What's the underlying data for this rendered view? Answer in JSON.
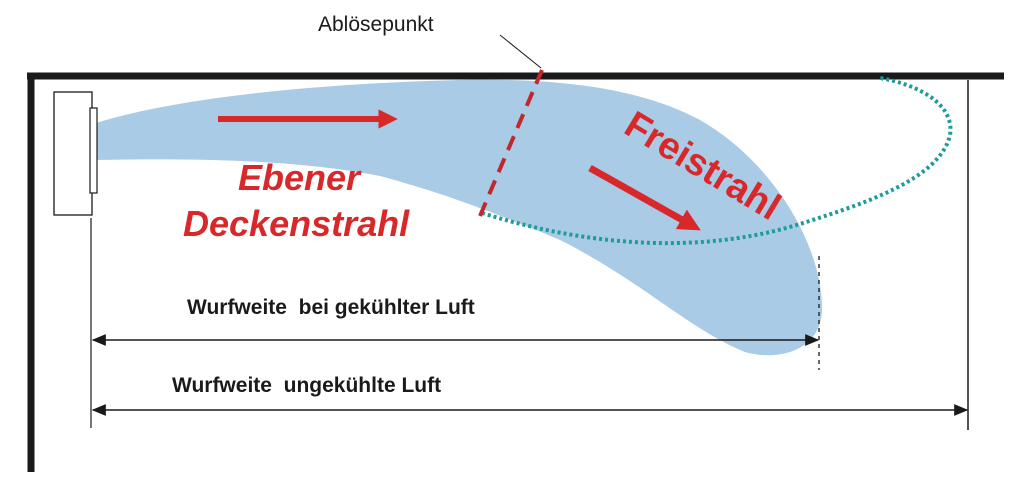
{
  "labels": {
    "separation_point": "Ablösepunkt",
    "flat_ceiling_jet_line1": "Ebener",
    "flat_ceiling_jet_line2": "Deckenstrahl",
    "free_jet": "Freistrahl",
    "throw_cooled": "Wurfweite  bei gekühlter Luft",
    "throw_uncooled": "Wurfweite  ungekühlte Luft"
  },
  "colors": {
    "jet_fill": "#a9cbe6",
    "arrow_red": "#d8282a",
    "uncooled_path": "#1e9c98",
    "structure": "#1a1a1a"
  },
  "icons": {
    "air_outlet": "wall-mounted-air-outlet"
  }
}
